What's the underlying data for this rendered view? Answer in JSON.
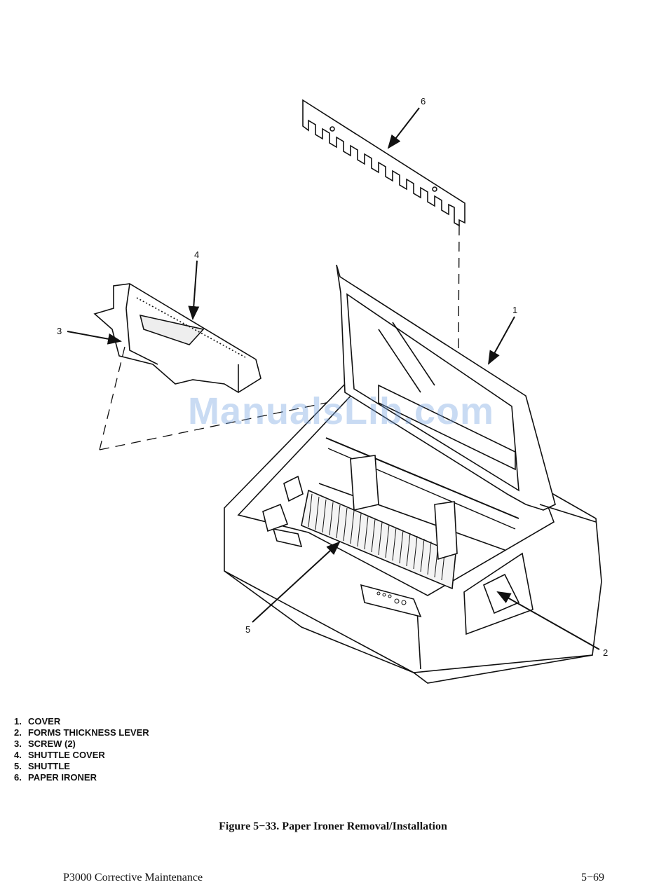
{
  "figure": {
    "callouts": [
      "1",
      "2",
      "3",
      "4",
      "5",
      "6"
    ],
    "legend": [
      {
        "num": "1.",
        "label": "COVER"
      },
      {
        "num": "2.",
        "label": "FORMS THICKNESS LEVER"
      },
      {
        "num": "3.",
        "label": "SCREW (2)"
      },
      {
        "num": "4.",
        "label": "SHUTTLE COVER"
      },
      {
        "num": "5.",
        "label": "SHUTTLE"
      },
      {
        "num": "6.",
        "label": "PAPER IRONER"
      }
    ],
    "caption": "Figure 5−33. Paper Ironer Removal/Installation"
  },
  "footer": {
    "left": "P3000 Corrective Maintenance",
    "right": "5−69"
  },
  "watermark": "ManualsLib.com"
}
